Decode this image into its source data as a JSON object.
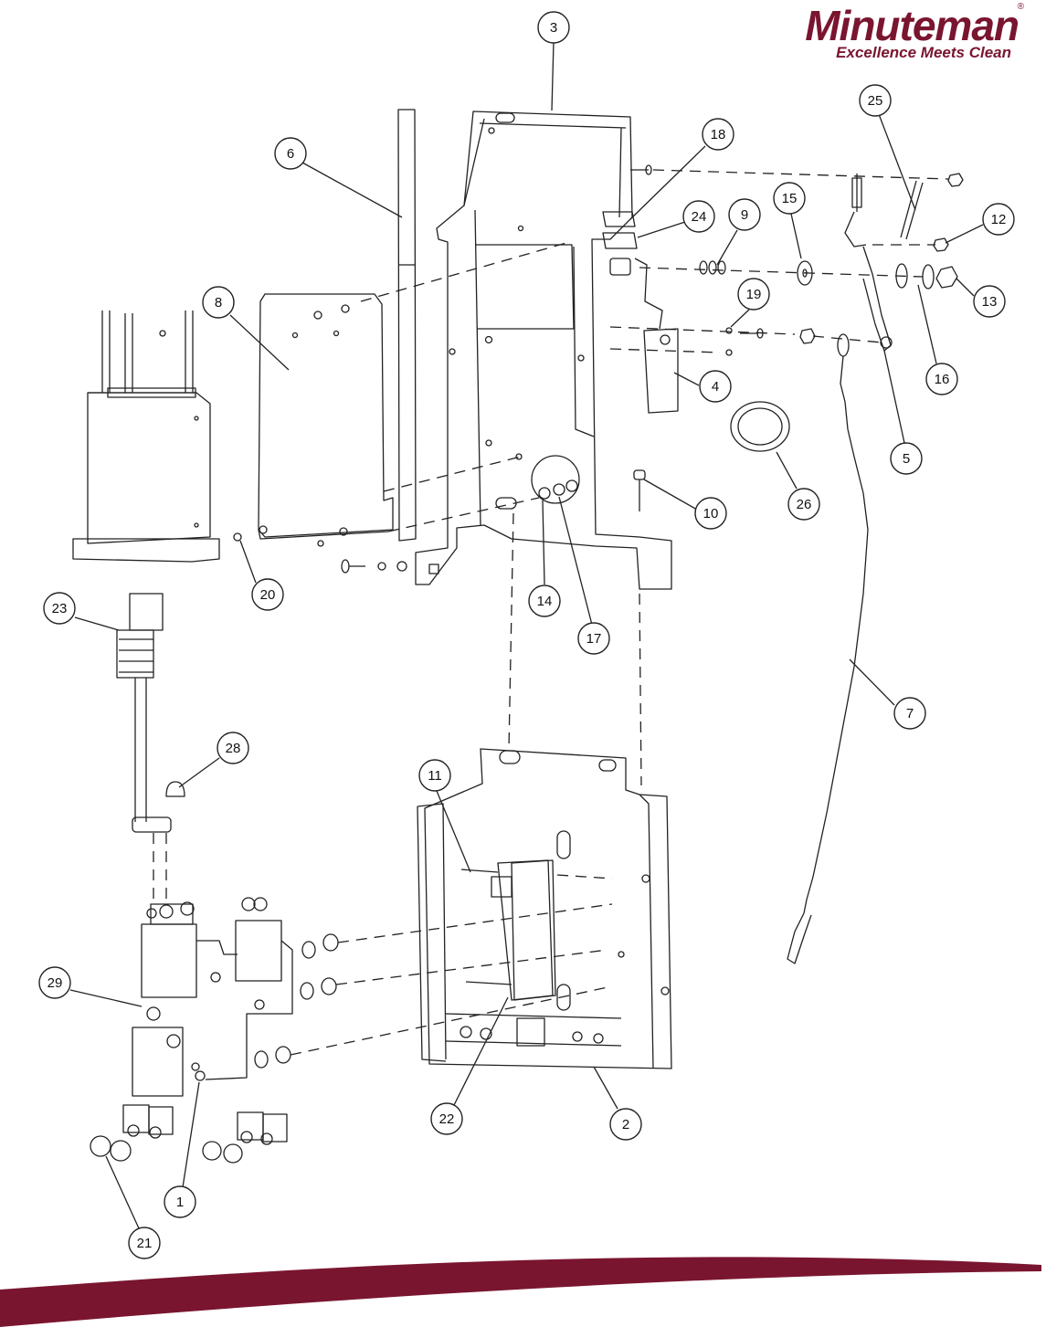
{
  "brand": {
    "name": "Minuteman",
    "registered": "®",
    "tagline": "Excellence Meets Clean",
    "color": "#7a1530"
  },
  "diagram": {
    "line_color": "#222222",
    "callouts": [
      {
        "id": "c3",
        "label": "3"
      },
      {
        "id": "c6",
        "label": "6"
      },
      {
        "id": "c18",
        "label": "18"
      },
      {
        "id": "c25",
        "label": "25"
      },
      {
        "id": "c24",
        "label": "24"
      },
      {
        "id": "c9",
        "label": "9"
      },
      {
        "id": "c15",
        "label": "15"
      },
      {
        "id": "c12",
        "label": "12"
      },
      {
        "id": "c8",
        "label": "8"
      },
      {
        "id": "c19",
        "label": "19"
      },
      {
        "id": "c13",
        "label": "13"
      },
      {
        "id": "c16",
        "label": "16"
      },
      {
        "id": "c4",
        "label": "4"
      },
      {
        "id": "c5",
        "label": "5"
      },
      {
        "id": "c26",
        "label": "26"
      },
      {
        "id": "c10",
        "label": "10"
      },
      {
        "id": "c20",
        "label": "20"
      },
      {
        "id": "c14",
        "label": "14"
      },
      {
        "id": "c17",
        "label": "17"
      },
      {
        "id": "c23",
        "label": "23"
      },
      {
        "id": "c7",
        "label": "7"
      },
      {
        "id": "c28",
        "label": "28"
      },
      {
        "id": "c11",
        "label": "11"
      },
      {
        "id": "c29",
        "label": "29"
      },
      {
        "id": "c22",
        "label": "22"
      },
      {
        "id": "c2",
        "label": "2"
      },
      {
        "id": "c1",
        "label": "1"
      },
      {
        "id": "c21",
        "label": "21"
      }
    ]
  }
}
